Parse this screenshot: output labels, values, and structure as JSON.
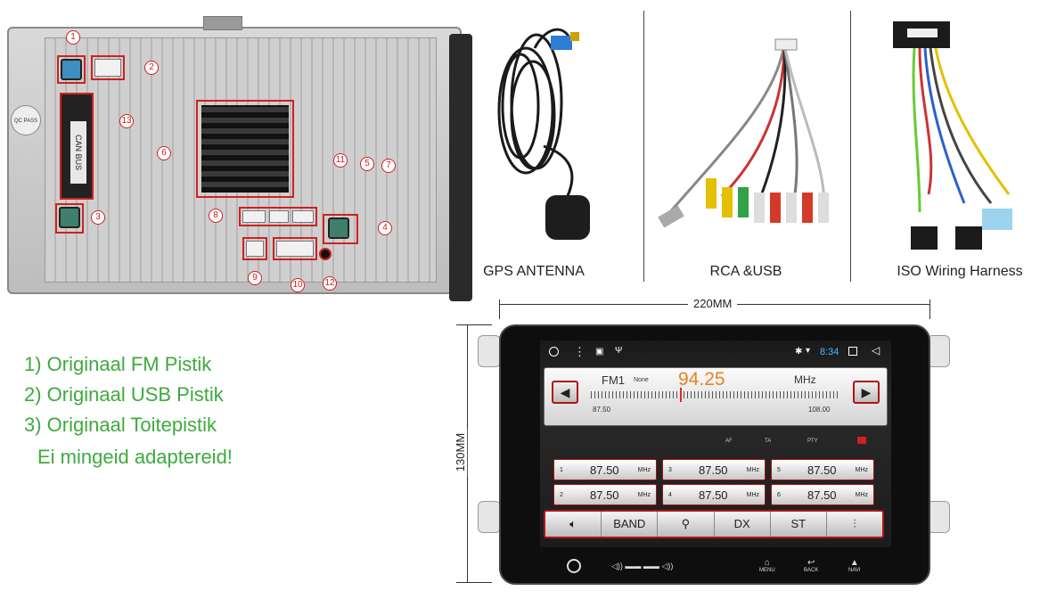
{
  "back_panel": {
    "callouts": [
      "1",
      "2",
      "3",
      "4",
      "5",
      "6",
      "7",
      "8",
      "9",
      "10",
      "11",
      "12",
      "13"
    ],
    "sticker_text": "CAN BUS",
    "qc_text": "QC PASS"
  },
  "pistik_list": {
    "line1": "1) Originaal FM Pistik",
    "line2": "2) Originaal USB Pistik",
    "line3": "3) Originaal Toitepistik",
    "line4": "Ei mingeid adaptereid!"
  },
  "accessories": {
    "gps_caption": "GPS ANTENNA",
    "rca_caption": "RCA &USB",
    "iso_caption": "ISO Wiring Harness"
  },
  "dimensions": {
    "width_label": "220MM",
    "height_label": "130MM"
  },
  "head_unit": {
    "status_time": "8:34",
    "band": "FM1",
    "rds": "None",
    "frequency": "94.25",
    "unit": "MHz",
    "scale_min": "87.50",
    "scale_max": "108.00",
    "flags": [
      "AF",
      "TA",
      "PTY"
    ],
    "presets": [
      {
        "n": "1",
        "freq": "87.50",
        "unit": "MHz"
      },
      {
        "n": "2",
        "freq": "87.50",
        "unit": "MHz"
      },
      {
        "n": "3",
        "freq": "87.50",
        "unit": "MHz"
      },
      {
        "n": "4",
        "freq": "87.50",
        "unit": "MHz"
      },
      {
        "n": "5",
        "freq": "87.50",
        "unit": "MHz"
      },
      {
        "n": "6",
        "freq": "87.50",
        "unit": "MHz"
      }
    ],
    "bottom_buttons": {
      "band": "BAND",
      "dx": "DX",
      "st": "ST"
    },
    "nav": {
      "menu": "MENU",
      "back": "BACK",
      "navi": "NAVI"
    },
    "colors": {
      "accent": "#e6841f",
      "frame": "#b01515"
    }
  }
}
